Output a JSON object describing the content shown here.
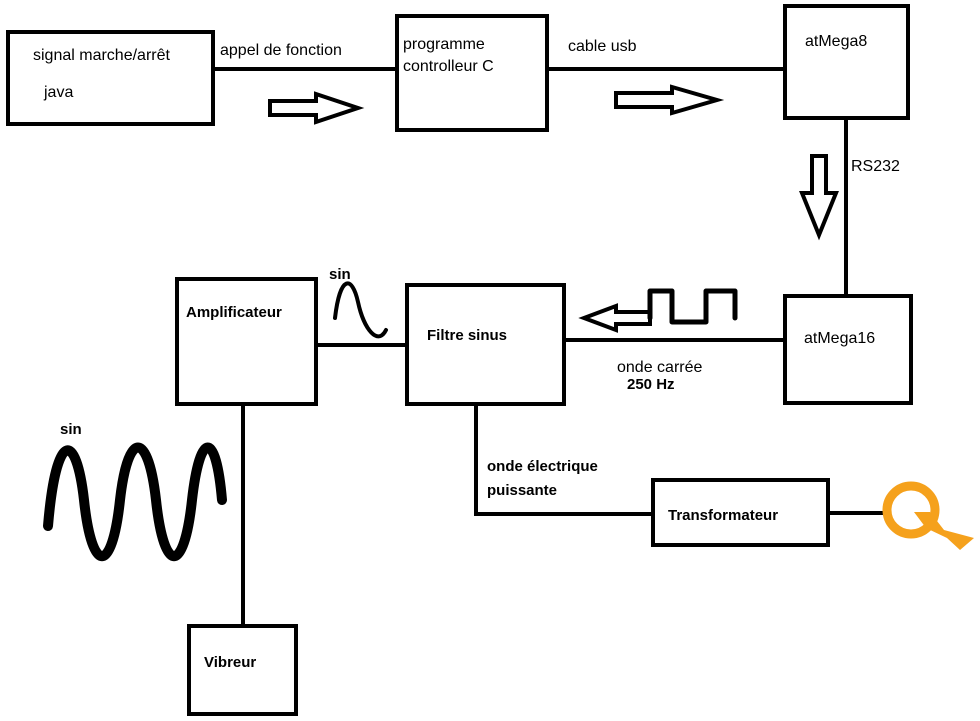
{
  "blocks": {
    "signal": {
      "line1": "signal marche/arrêt",
      "line2": "java"
    },
    "programme": {
      "line1": "programme",
      "line2": "controlleur C"
    },
    "atmega8": {
      "label": "atMega8"
    },
    "atmega16": {
      "label": "atMega16"
    },
    "filtre": {
      "label": "Filtre sinus"
    },
    "amplificateur": {
      "label": "Amplificateur"
    },
    "transformateur": {
      "label": "Transformateur"
    },
    "vibreur": {
      "label": "Vibreur"
    }
  },
  "links": {
    "appel": "appel de fonction",
    "usb": "cable usb",
    "rs232": "RS232",
    "onde_carree": "onde carrée",
    "freq": "250 Hz",
    "onde_elec_1": "onde électrique",
    "onde_elec_2": "puissante",
    "sin_small": "sin",
    "sin_big": "sin"
  },
  "colors": {
    "line": "#000000",
    "logo": "#F5A11C"
  },
  "icons": {
    "logo": "orange-q-lightning-logo"
  }
}
